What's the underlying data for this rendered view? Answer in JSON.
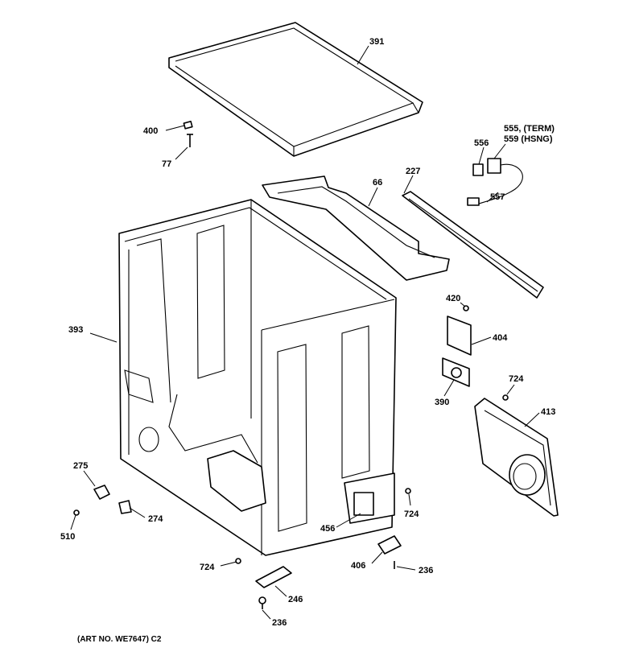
{
  "callouts": {
    "p391": "391",
    "p400": "400",
    "p77": "77",
    "p66": "66",
    "p227": "227",
    "p556": "556",
    "p555": "555, (TERM)",
    "p559": "559 (HSNG)",
    "p557": "557",
    "p393": "393",
    "p420": "420",
    "p404": "404",
    "p390": "390",
    "p724a": "724",
    "p413": "413",
    "p275": "275",
    "p274": "274",
    "p510": "510",
    "p456": "456",
    "p724b": "724",
    "p724c": "724",
    "p406": "406",
    "p236a": "236",
    "p246": "246",
    "p236b": "236"
  },
  "caption": "(ART NO. WE7647) C2"
}
